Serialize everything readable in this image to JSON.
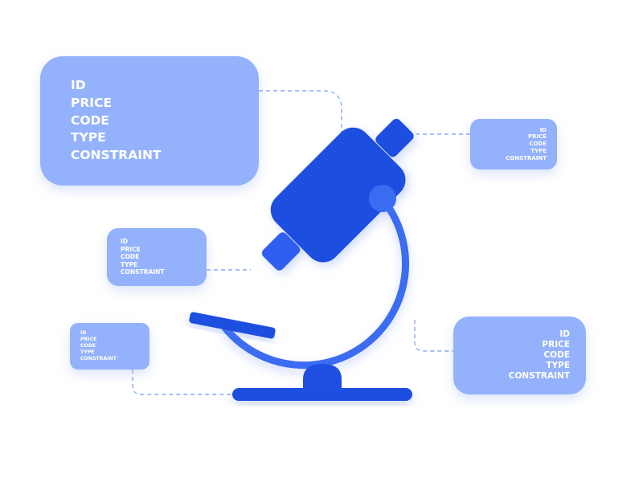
{
  "colors": {
    "card_fill": "#94b2fb",
    "card_text": "#ffffff",
    "microscope_dark": "#1f4fe0",
    "microscope_mid": "#3a6cf2",
    "connector": "#8aa9f5",
    "background": "#ffffff"
  },
  "cards": {
    "large": [
      "ID",
      "PRICE",
      "CODE",
      "TYPE",
      "CONSTRAINT"
    ],
    "top_right": [
      "ID",
      "PRICE",
      "CODE",
      "TYPE",
      "CONSTRAINT"
    ],
    "mid_left": [
      "ID",
      "PRICE",
      "CODE",
      "TYPE",
      "CONSTRAINT"
    ],
    "small_left": [
      "ID",
      "PRICE",
      "CODE",
      "TYPE",
      "CONSTRAINT"
    ],
    "bottom_right": [
      "ID",
      "PRICE",
      "CODE",
      "TYPE",
      "CONSTRAINT"
    ]
  }
}
